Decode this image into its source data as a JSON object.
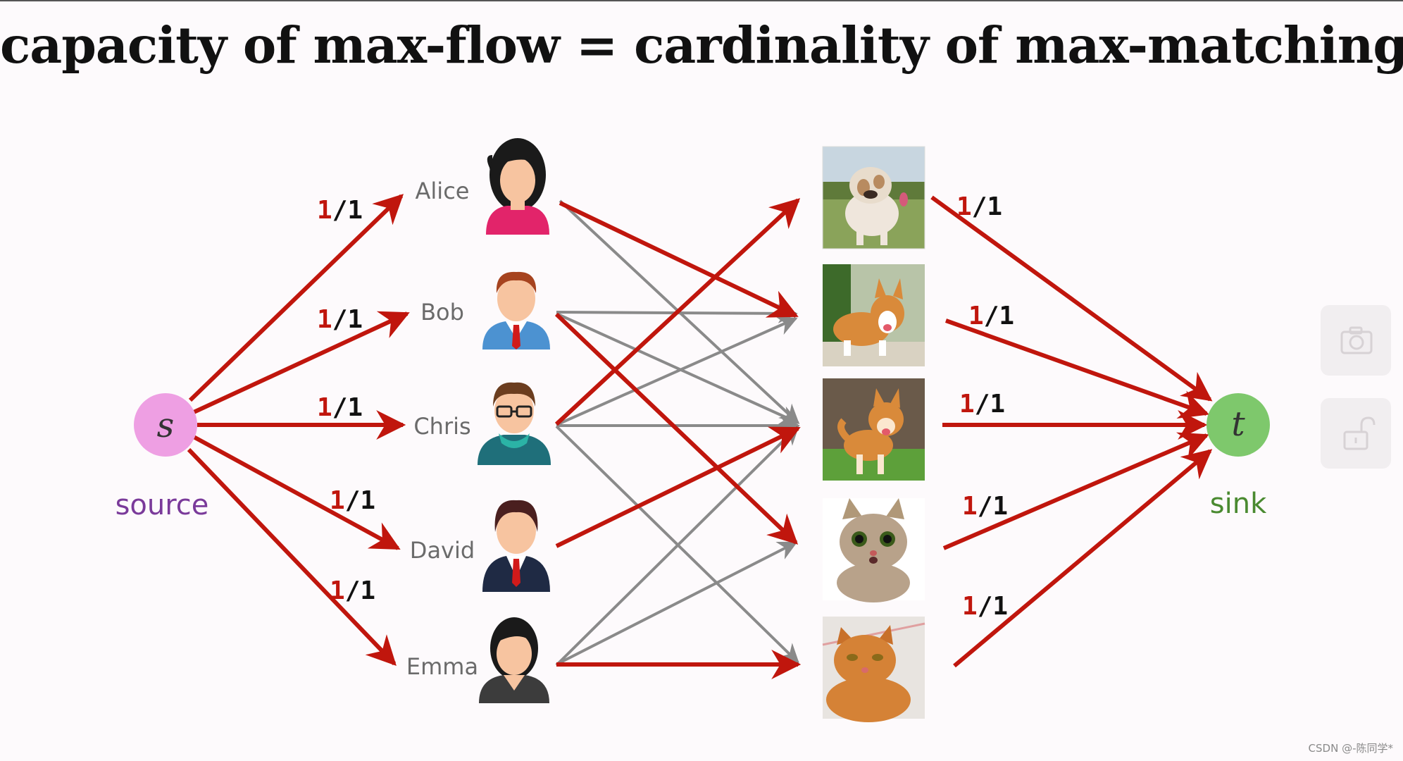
{
  "title": "capacity of max-flow = cardinality of max-matching",
  "source": {
    "symbol": "s",
    "label": "source"
  },
  "sink": {
    "symbol": "t",
    "label": "sink"
  },
  "people": [
    "Alice",
    "Bob",
    "Chris",
    "David",
    "Emma"
  ],
  "pets": [
    "bulldog",
    "corgi",
    "shiba inu",
    "cat",
    "orange cat"
  ],
  "flow": {
    "used": "1",
    "capacity": "/1"
  },
  "watermark": "CSDN @-陈同学*",
  "colors": {
    "flow_edge": "#c0160d",
    "unused_edge": "#8a8a8a",
    "source_node": "#ee9fe3",
    "source_label": "#7a3a9a",
    "sink_node": "#7ec86c",
    "sink_label": "#4a8a30",
    "person_label": "#6b6b6b"
  },
  "side_buttons": [
    "camera-icon",
    "unlock-icon"
  ]
}
